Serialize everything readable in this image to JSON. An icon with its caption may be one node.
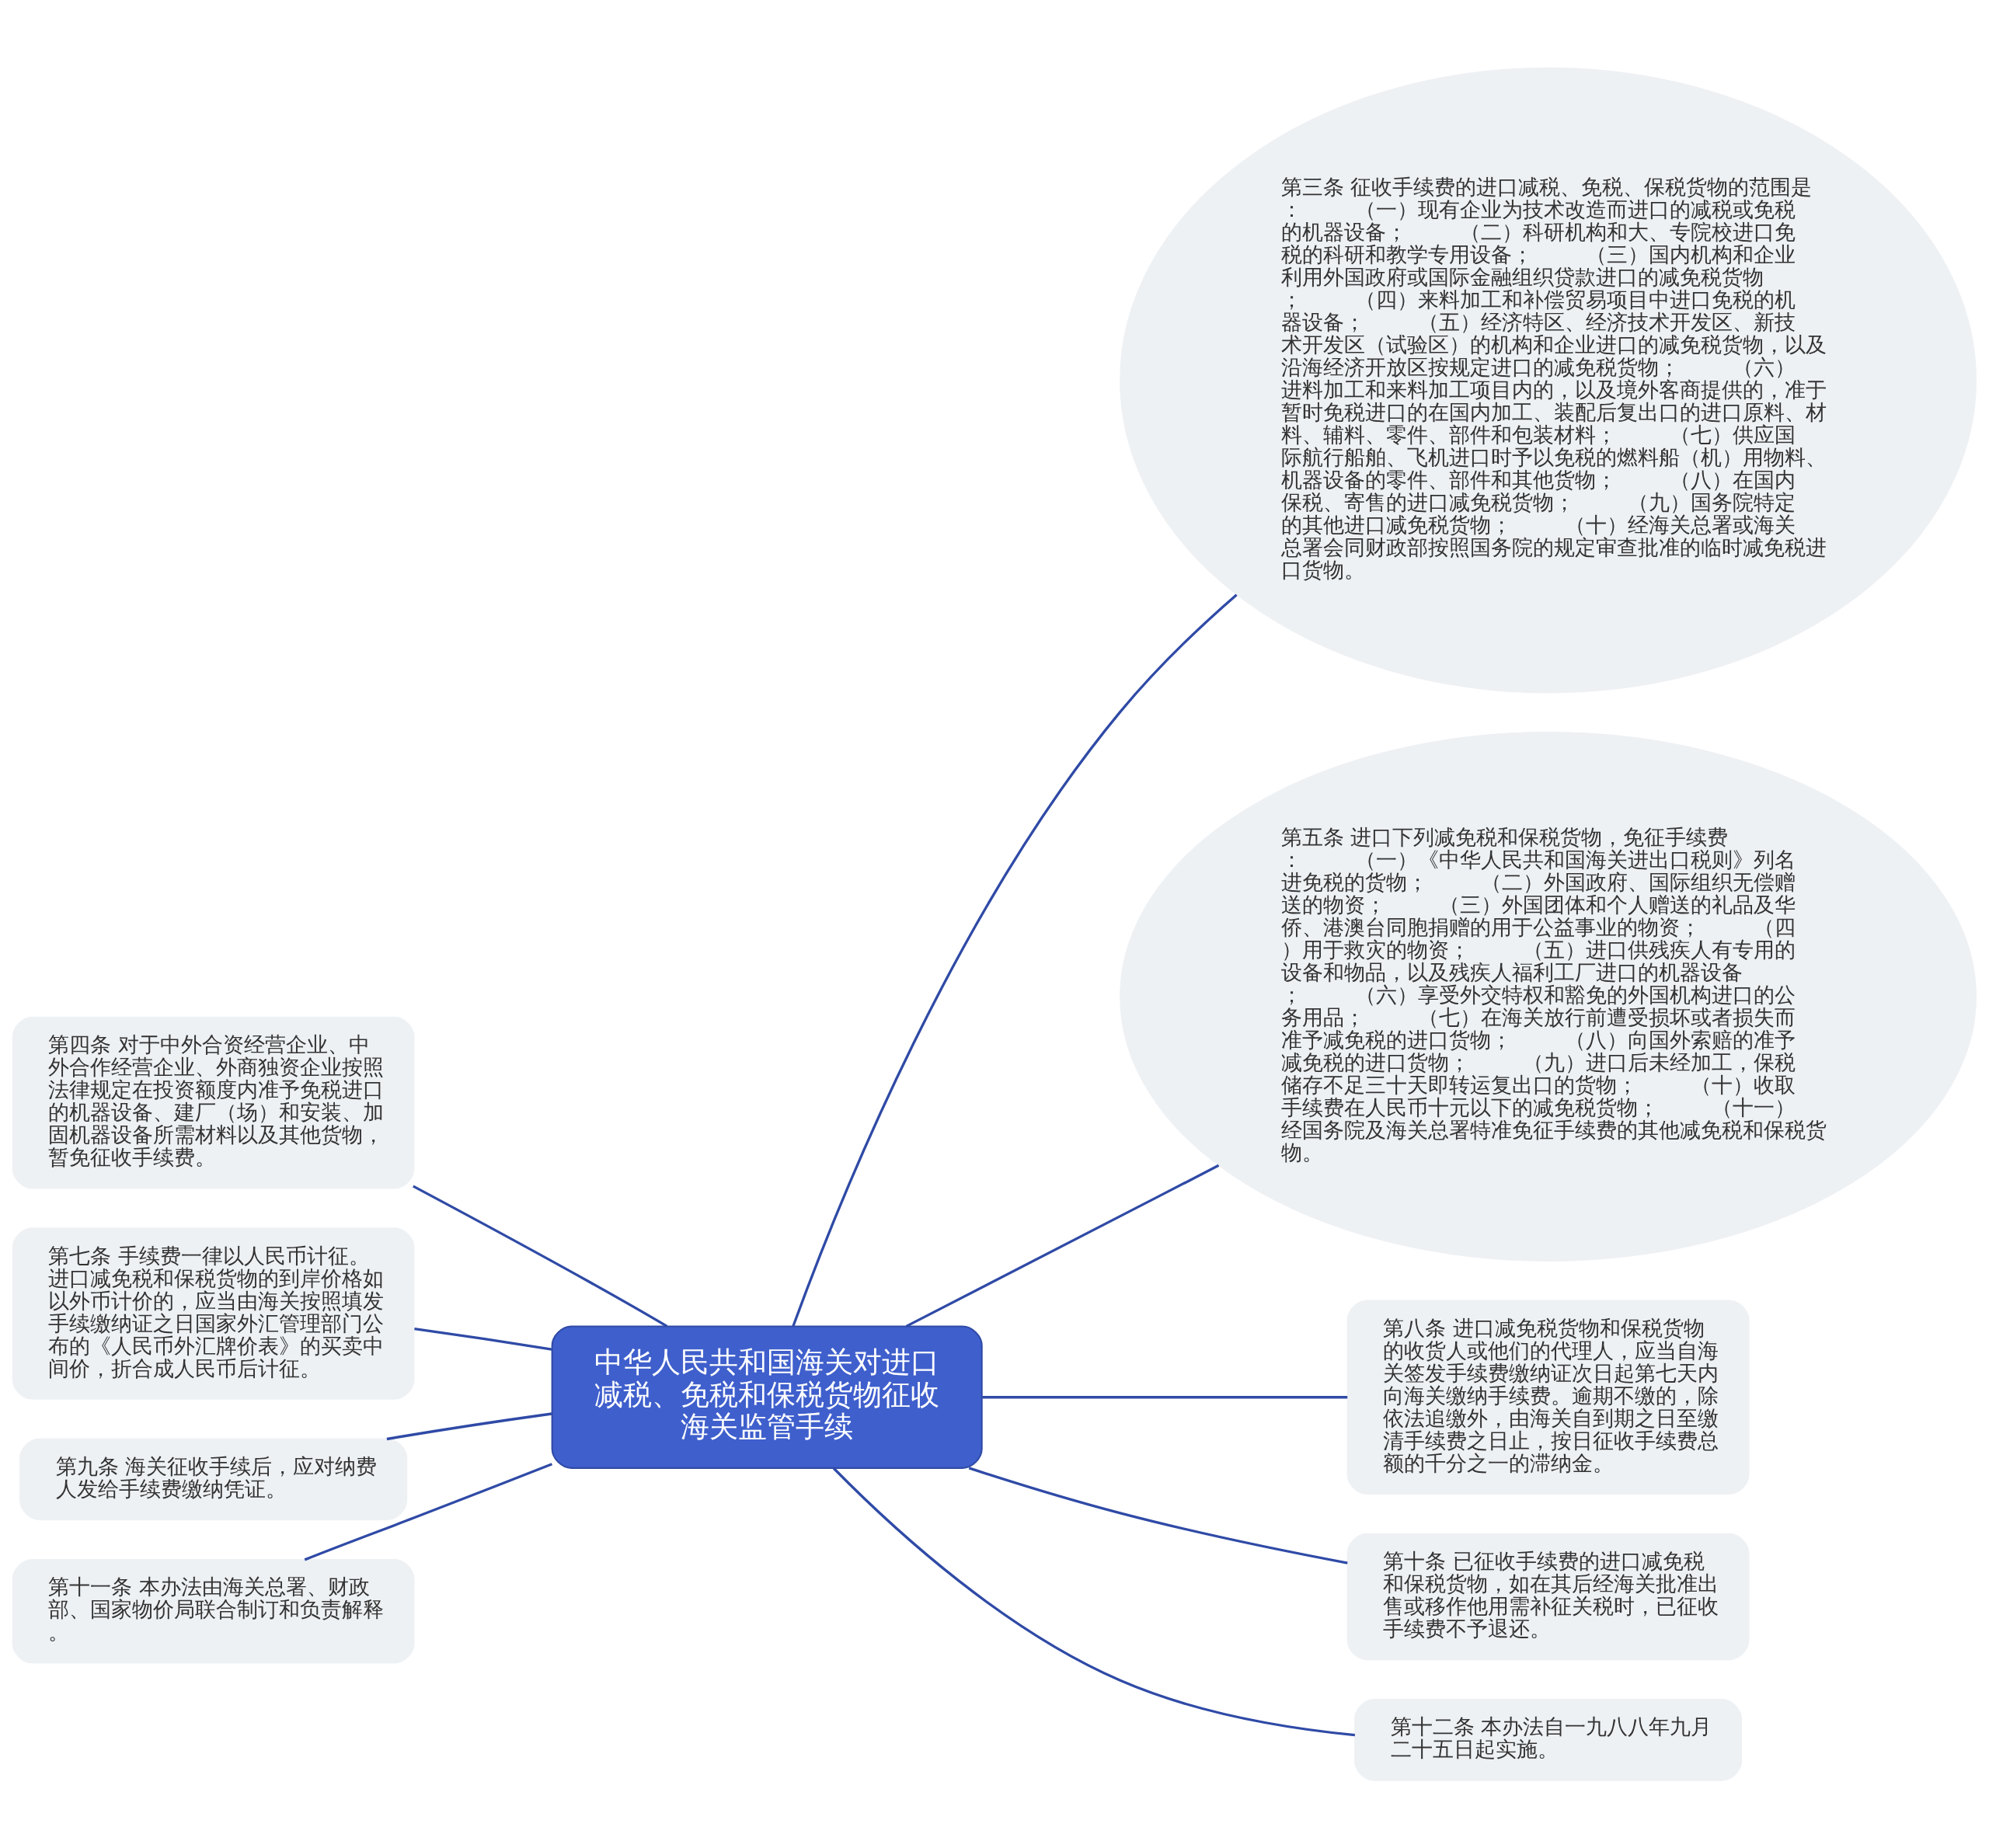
{
  "diagram": {
    "nodes": [
      {
        "text": [
          "中华人民共和国海关对进口减税、免税和保税货物征收海关监管手续"
        ]
      },
      {
        "text": [
          "第三条 征收手续费的进口减税、免税、保税货物的范围是：        （一）现有企业为技术改造而进口的减税或免税的机器设备；        （二）科研机构和大、专院校进口免税的科研和教学专用设备；        （三）国内机构和企业利用外国政府或国际金融组织贷款进口的减免税货物；        （四）来料加工和补偿贸易项目中进口免税的机器设备；        （五）经济特区、经济技术开发区、新技术开发区（试验区）的机构和企业进口的减免税货物，以及沿海经济开放区按规定进口的减免税货物；        （六）进料加工和来料加工项目内的，以及境外客商提供的，准于暂时免税进口的在国内加工、装配后复出口的进口原料、材料、辅料、零件、部件和包装材料；        （七）供应国际航行船舶、飞机进口时予以免税的燃料船（机）用物料、机器设备的零件、部件和其他货物；        （八）在国内保税、寄售的进口减免税货物；        （九）国务院特定的其他进口减免税货物；        （十）经海关总署或海关总署会同财政部按照国务院的规定审查批准的临时减免税进口货物。"
        ]
      },
      {
        "text": [
          "第四条 对于中外合资经营企业、中外合作经营企业、外商独资企业按照法律规定在投资额度内准予免税进口的机器设备、建厂（场）和安装、加固机器设备所需材料以及其他货物，暂免征收手续费。"
        ]
      },
      {
        "text": [
          "第五条 进口下列减免税和保税货物，免征手续费：        （一）《中华人民共和国海关进出口税则》列名进免税的货物；        （二）外国政府、国际组织无偿赠送的物资；        （三）外国团体和个人赠送的礼品及华侨、港澳台同胞捐赠的用于公益事业的物资；        （四）用于救灾的物资；        （五）进口供残疾人有专用的设备和物品，以及残疾人福利工厂进口的机器设备；        （六）享受外交特权和豁免的外国机构进口的公务用品；        （七）在海关放行前遭受损坏或者损失而准予减免税的进口货物；        （八）向国外索赔的准予减免税的进口货物；        （九）进口后未经加工，保税储存不足三十天即转运复出口的货物；        （十）收取手续费在人民币十元以下的减免税货物；        （十一）经国务院及海关总署特准免征手续费的其他减免税和保税货物。"
        ]
      },
      {
        "text": [
          "第七条 手续费一律以人民币计征。进口减免税和保税货物的到岸价格如以外币计价的，应当由海关按照填发手续缴纳证之日国家外汇管理部门公布的《人民币外汇牌价表》的买卖中间价，折合成人民币后计征。"
        ]
      },
      {
        "text": [
          "第八条 进口减免税货物和保税货物的收货人或他们的代理人，应当自海关签发手续费缴纳证次日起第七天内向海关缴纳手续费。逾期不缴的，除依法追缴外，由海关自到期之日至缴清手续费之日止，按日征收手续费总额的千分之一的滞纳金。"
        ]
      },
      {
        "text": [
          "第九条 海关征收手续后，应对纳费人发给手续费缴纳凭证。"
        ]
      },
      {
        "text": [
          "第十条 已征收手续费的进口减免税和保税货物，如在其后经海关批准出售或移作他用需补征关税时，已征收手续费不予退还。"
        ]
      },
      {
        "text": [
          "第十一条 本办法由海关总署、财政部、国家物价局联合制订和负责解释。"
        ]
      },
      {
        "text": [
          "第十二条 本办法自一九八八年九月二十五日起实施。"
        ]
      }
    ],
    "edges": [
      {
        "from": 0,
        "to": 1,
        "arrow": "none"
      },
      {
        "from": 0,
        "to": 2,
        "arrow": "none"
      },
      {
        "from": 0,
        "to": 3,
        "arrow": "none"
      },
      {
        "from": 0,
        "to": 4,
        "arrow": "none"
      },
      {
        "from": 0,
        "to": 5,
        "arrow": "none"
      },
      {
        "from": 0,
        "to": 6,
        "arrow": "none"
      },
      {
        "from": 0,
        "to": 7,
        "arrow": "none"
      },
      {
        "from": 0,
        "to": 8,
        "arrow": "none"
      },
      {
        "from": 0,
        "to": 9,
        "arrow": "none"
      }
    ]
  }
}
